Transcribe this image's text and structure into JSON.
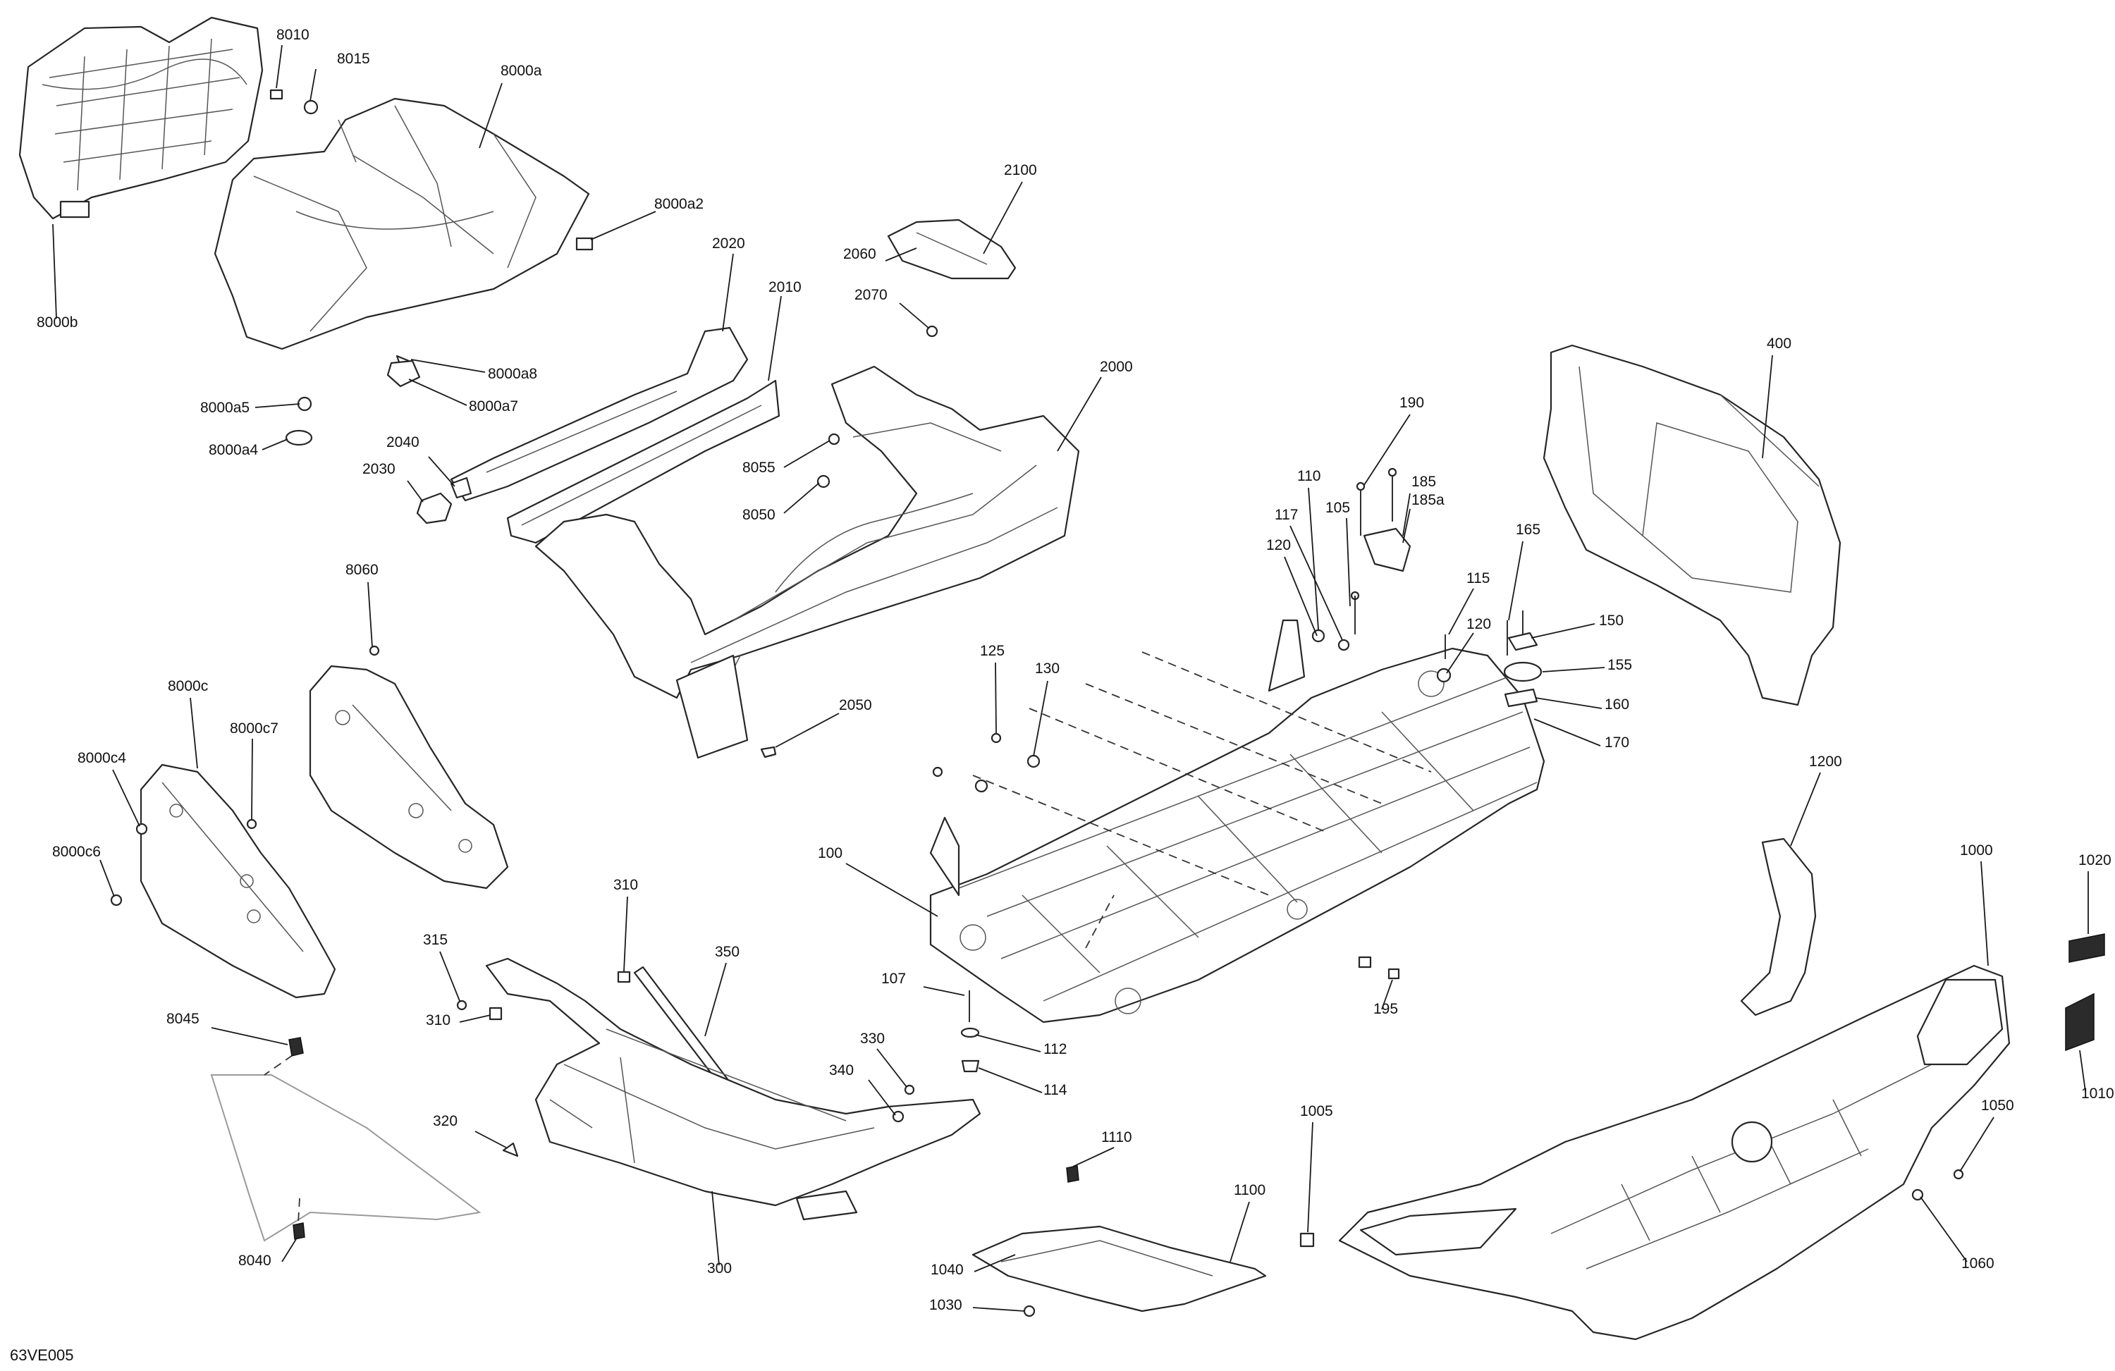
{
  "diagram": {
    "reference_code": "63VE005",
    "callouts": [
      {
        "id": "8010",
        "label": "8010"
      },
      {
        "id": "8015",
        "label": "8015"
      },
      {
        "id": "8000a",
        "label": "8000a"
      },
      {
        "id": "8000b",
        "label": "8000b"
      },
      {
        "id": "8000a2",
        "label": "8000a2"
      },
      {
        "id": "8000a8",
        "label": "8000a8"
      },
      {
        "id": "8000a7",
        "label": "8000a7"
      },
      {
        "id": "8000a5",
        "label": "8000a5"
      },
      {
        "id": "8000a4",
        "label": "8000a4"
      },
      {
        "id": "2020",
        "label": "2020"
      },
      {
        "id": "2010",
        "label": "2010"
      },
      {
        "id": "2100",
        "label": "2100"
      },
      {
        "id": "2060",
        "label": "2060"
      },
      {
        "id": "2070",
        "label": "2070"
      },
      {
        "id": "2000",
        "label": "2000"
      },
      {
        "id": "2040",
        "label": "2040"
      },
      {
        "id": "2030",
        "label": "2030"
      },
      {
        "id": "8055",
        "label": "8055"
      },
      {
        "id": "8050",
        "label": "8050"
      },
      {
        "id": "2050",
        "label": "2050"
      },
      {
        "id": "8060",
        "label": "8060"
      },
      {
        "id": "8000c",
        "label": "8000c"
      },
      {
        "id": "8000c7",
        "label": "8000c7"
      },
      {
        "id": "8000c4",
        "label": "8000c4"
      },
      {
        "id": "8000c6",
        "label": "8000c6"
      },
      {
        "id": "400",
        "label": "400"
      },
      {
        "id": "190",
        "label": "190"
      },
      {
        "id": "110",
        "label": "110"
      },
      {
        "id": "185",
        "label": "185"
      },
      {
        "id": "185a",
        "label": "185a"
      },
      {
        "id": "117",
        "label": "117"
      },
      {
        "id": "105",
        "label": "105"
      },
      {
        "id": "120a",
        "label": "120"
      },
      {
        "id": "165",
        "label": "165"
      },
      {
        "id": "115",
        "label": "115"
      },
      {
        "id": "120b",
        "label": "120"
      },
      {
        "id": "150",
        "label": "150"
      },
      {
        "id": "155",
        "label": "155"
      },
      {
        "id": "160",
        "label": "160"
      },
      {
        "id": "170",
        "label": "170"
      },
      {
        "id": "125",
        "label": "125"
      },
      {
        "id": "130",
        "label": "130"
      },
      {
        "id": "100",
        "label": "100"
      },
      {
        "id": "195",
        "label": "195"
      },
      {
        "id": "107",
        "label": "107"
      },
      {
        "id": "112",
        "label": "112"
      },
      {
        "id": "114",
        "label": "114"
      },
      {
        "id": "1200",
        "label": "1200"
      },
      {
        "id": "1000",
        "label": "1000"
      },
      {
        "id": "1020",
        "label": "1020"
      },
      {
        "id": "1010",
        "label": "1010"
      },
      {
        "id": "310a",
        "label": "310"
      },
      {
        "id": "315",
        "label": "315"
      },
      {
        "id": "310b",
        "label": "310"
      },
      {
        "id": "350",
        "label": "350"
      },
      {
        "id": "8045",
        "label": "8045"
      },
      {
        "id": "330",
        "label": "330"
      },
      {
        "id": "340",
        "label": "340"
      },
      {
        "id": "320",
        "label": "320"
      },
      {
        "id": "300",
        "label": "300"
      },
      {
        "id": "8040",
        "label": "8040"
      },
      {
        "id": "1110",
        "label": "1110"
      },
      {
        "id": "1100",
        "label": "1100"
      },
      {
        "id": "1005",
        "label": "1005"
      },
      {
        "id": "1050",
        "label": "1050"
      },
      {
        "id": "1060",
        "label": "1060"
      },
      {
        "id": "1040",
        "label": "1040"
      },
      {
        "id": "1030",
        "label": "1030"
      }
    ]
  }
}
